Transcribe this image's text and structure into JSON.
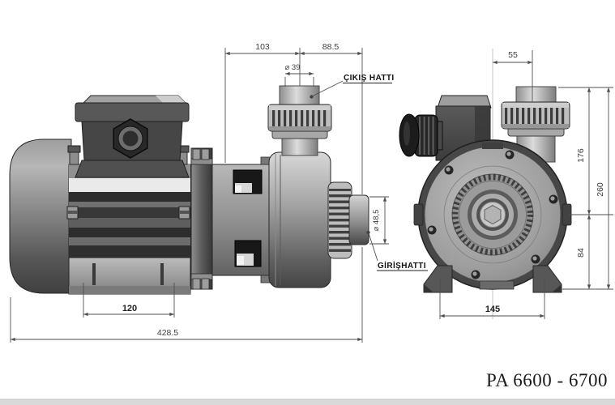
{
  "title": "PA 6600 - 6700",
  "colors": {
    "background": "#ffffff",
    "dimension_line": "#4f4f4f",
    "metal_light": "#d6d6d6",
    "metal_mid": "#8c8c8c",
    "metal_dark": "#3a3a3a"
  },
  "side_view": {
    "dims": {
      "length_103": "103",
      "length_88_5": "88.5",
      "outlet_diameter": "⌀ 39",
      "inlet_diameter": "⌀ 48,5",
      "foot_length": "120",
      "total_length": "428.5"
    },
    "labels": {
      "outlet_line": "ÇIKIŞ HATTI",
      "inlet_line": "GİRİŞHATTI"
    }
  },
  "front_view": {
    "dims": {
      "outlet_offset": "55",
      "axis_to_top": "176",
      "total_height": "260",
      "axis_to_base": "84",
      "foot_spacing": "145"
    }
  }
}
